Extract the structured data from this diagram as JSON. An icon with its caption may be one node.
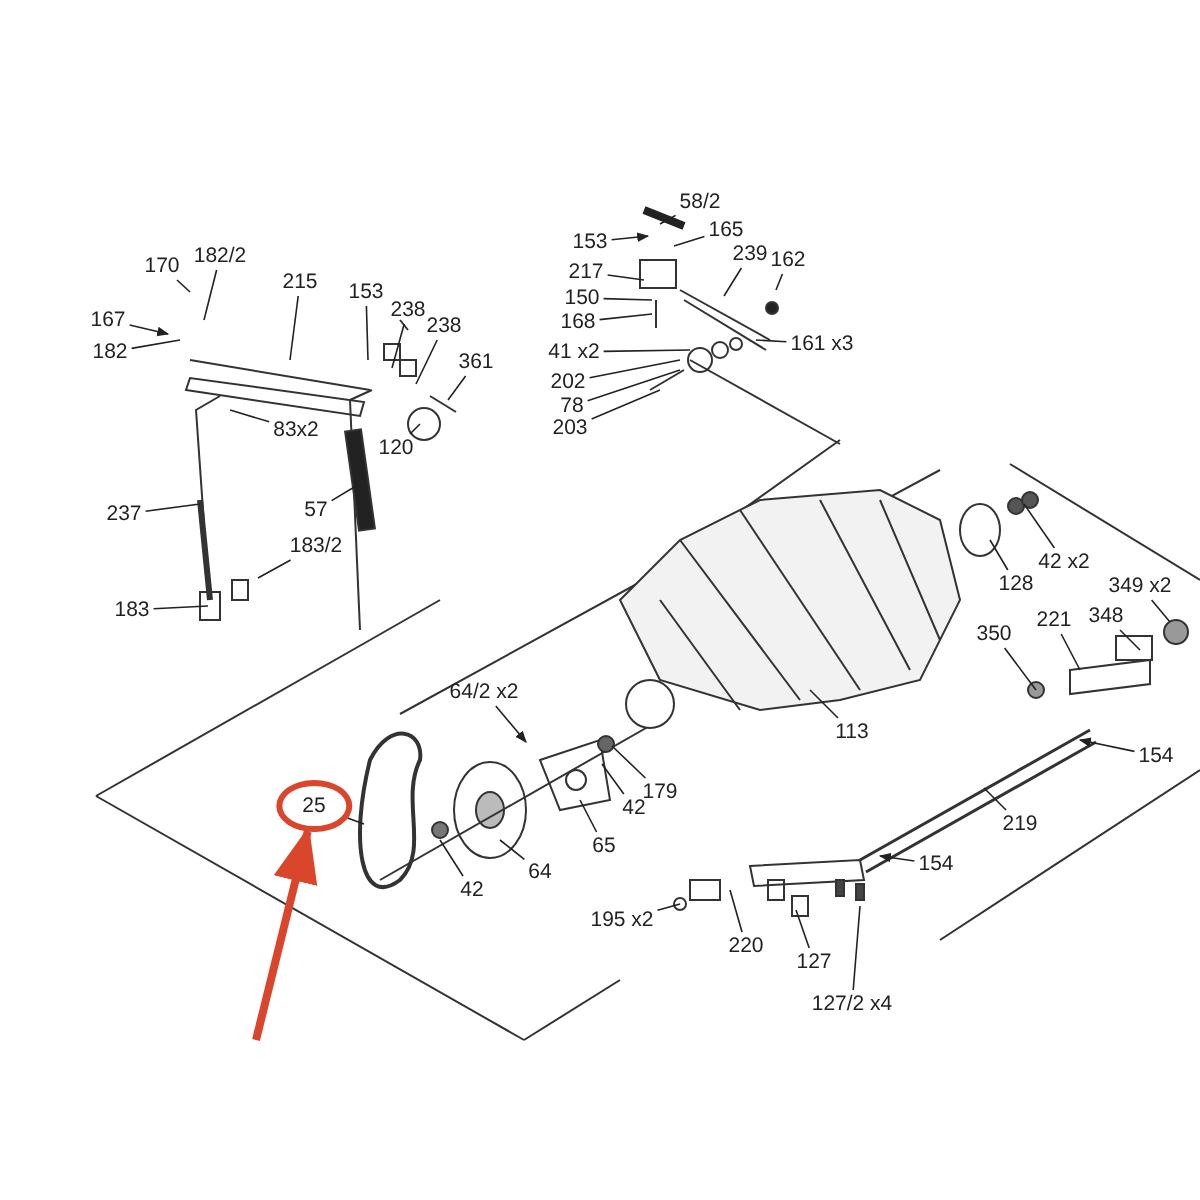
{
  "diagram": {
    "nodes": [
      {
        "text": [
          "170"
        ]
      },
      {
        "text": [
          "182/2"
        ]
      },
      {
        "text": [
          "215"
        ]
      },
      {
        "text": [
          "153"
        ]
      },
      {
        "text": [
          "238"
        ]
      },
      {
        "text": [
          "238"
        ]
      },
      {
        "text": [
          "361"
        ]
      },
      {
        "text": [
          "167"
        ]
      },
      {
        "text": [
          "182"
        ]
      },
      {
        "text": [
          "83x2"
        ]
      },
      {
        "text": [
          "120"
        ]
      },
      {
        "text": [
          "57"
        ]
      },
      {
        "text": [
          "237"
        ]
      },
      {
        "text": [
          "183/2"
        ]
      },
      {
        "text": [
          "183"
        ]
      },
      {
        "text": [
          "58/2"
        ]
      },
      {
        "text": [
          "153"
        ]
      },
      {
        "text": [
          "165"
        ]
      },
      {
        "text": [
          "239"
        ]
      },
      {
        "text": [
          "217"
        ]
      },
      {
        "text": [
          "162"
        ]
      },
      {
        "text": [
          "150"
        ]
      },
      {
        "text": [
          "168"
        ]
      },
      {
        "text": [
          "41 x2"
        ]
      },
      {
        "text": [
          "161 x3"
        ]
      },
      {
        "text": [
          "202"
        ]
      },
      {
        "text": [
          "78"
        ]
      },
      {
        "text": [
          "203"
        ]
      },
      {
        "text": [
          "42 x2"
        ]
      },
      {
        "text": [
          "128"
        ]
      },
      {
        "text": [
          "349 x2"
        ]
      },
      {
        "text": [
          "221"
        ]
      },
      {
        "text": [
          "348"
        ]
      },
      {
        "text": [
          "350"
        ]
      },
      {
        "text": [
          "64/2 x2"
        ]
      },
      {
        "text": [
          "113"
        ]
      },
      {
        "text": [
          "154"
        ]
      },
      {
        "text": [
          "179"
        ]
      },
      {
        "text": [
          "42"
        ]
      },
      {
        "text": [
          "219"
        ]
      },
      {
        "text": [
          "25"
        ]
      },
      {
        "text": [
          "65"
        ]
      },
      {
        "text": [
          "64"
        ]
      },
      {
        "text": [
          "42"
        ]
      },
      {
        "text": [
          "154"
        ]
      },
      {
        "text": [
          "195 x2"
        ]
      },
      {
        "text": [
          "220"
        ]
      },
      {
        "text": [
          "127"
        ]
      },
      {
        "text": [
          "127/2 x4"
        ]
      }
    ],
    "edges": [
      {
        "from": 0,
        "to": null,
        "arrow": "none"
      },
      {
        "from": 1,
        "to": null,
        "arrow": "none"
      },
      {
        "from": 2,
        "to": null,
        "arrow": "none"
      },
      {
        "from": 3,
        "to": null,
        "arrow": "none"
      },
      {
        "from": 4,
        "to": null,
        "arrow": "none"
      },
      {
        "from": 5,
        "to": null,
        "arrow": "none"
      },
      {
        "from": 6,
        "to": null,
        "arrow": "none"
      },
      {
        "from": 7,
        "to": null,
        "arrow": "to"
      },
      {
        "from": 8,
        "to": null,
        "arrow": "none"
      },
      {
        "from": 9,
        "to": null,
        "arrow": "none"
      },
      {
        "from": 10,
        "to": null,
        "arrow": "none"
      },
      {
        "from": 11,
        "to": null,
        "arrow": "none"
      },
      {
        "from": 12,
        "to": null,
        "arrow": "none"
      },
      {
        "from": 13,
        "to": null,
        "arrow": "none"
      },
      {
        "from": 14,
        "to": null,
        "arrow": "none"
      },
      {
        "from": 15,
        "to": null,
        "arrow": "none"
      },
      {
        "from": 16,
        "to": null,
        "arrow": "to"
      },
      {
        "from": 17,
        "to": null,
        "arrow": "none"
      },
      {
        "from": 18,
        "to": null,
        "arrow": "none"
      },
      {
        "from": 19,
        "to": null,
        "arrow": "none"
      },
      {
        "from": 20,
        "to": null,
        "arrow": "none"
      },
      {
        "from": 21,
        "to": null,
        "arrow": "none"
      },
      {
        "from": 22,
        "to": null,
        "arrow": "none"
      },
      {
        "from": 23,
        "to": null,
        "arrow": "none"
      },
      {
        "from": 24,
        "to": null,
        "arrow": "none"
      },
      {
        "from": 25,
        "to": null,
        "arrow": "none"
      },
      {
        "from": 26,
        "to": null,
        "arrow": "none"
      },
      {
        "from": 27,
        "to": null,
        "arrow": "none"
      },
      {
        "from": 28,
        "to": null,
        "arrow": "none"
      },
      {
        "from": 29,
        "to": null,
        "arrow": "none"
      },
      {
        "from": 30,
        "to": null,
        "arrow": "none"
      },
      {
        "from": 31,
        "to": null,
        "arrow": "none"
      },
      {
        "from": 32,
        "to": null,
        "arrow": "none"
      },
      {
        "from": 33,
        "to": null,
        "arrow": "none"
      },
      {
        "from": 34,
        "to": null,
        "arrow": "to"
      },
      {
        "from": 35,
        "to": null,
        "arrow": "none"
      },
      {
        "from": 36,
        "to": null,
        "arrow": "to"
      },
      {
        "from": 37,
        "to": null,
        "arrow": "none"
      },
      {
        "from": 38,
        "to": null,
        "arrow": "none"
      },
      {
        "from": 39,
        "to": null,
        "arrow": "none"
      },
      {
        "from": 40,
        "to": null,
        "arrow": "none"
      },
      {
        "from": 41,
        "to": null,
        "arrow": "none"
      },
      {
        "from": 42,
        "to": null,
        "arrow": "none"
      },
      {
        "from": 43,
        "to": null,
        "arrow": "none"
      },
      {
        "from": 44,
        "to": null,
        "arrow": "to"
      },
      {
        "from": 45,
        "to": null,
        "arrow": "none"
      },
      {
        "from": 46,
        "to": null,
        "arrow": "none"
      },
      {
        "from": 47,
        "to": null,
        "arrow": "none"
      },
      {
        "from": 48,
        "to": null,
        "arrow": "none"
      },
      {
        "from": null,
        "to": 40,
        "arrow": "to",
        "style": "thick",
        "color": "#d9462b"
      }
    ]
  }
}
